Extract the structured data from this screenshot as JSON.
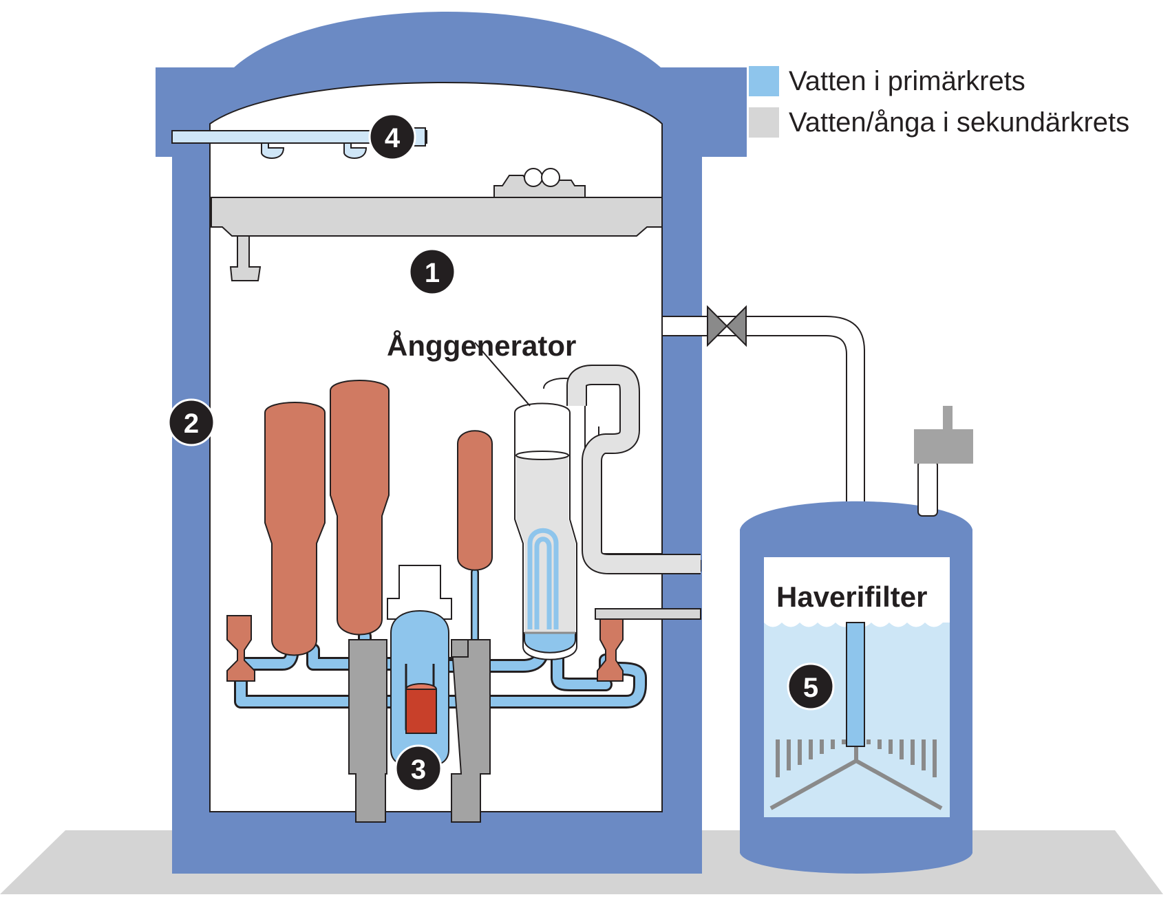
{
  "legend": {
    "items": [
      {
        "label": "Vatten i primärkrets",
        "color": "#8ec5ec"
      },
      {
        "label": "Vatten/ånga i sekundärkrets",
        "color": "#d6d6d6"
      }
    ]
  },
  "labels": {
    "steam_generator": "Ånggenerator",
    "filter": "Haverifilter"
  },
  "markers": [
    "1",
    "2",
    "3",
    "4",
    "5"
  ],
  "colors": {
    "containment": "#6b8ac4",
    "ground": "#d4d4d4",
    "primary_water": "#8ec5ec",
    "secondary_water": "#d6d6d6",
    "pumps_pressurizer": "#d07a62",
    "core": "#c8402a",
    "shielding": "#a3a3a3",
    "filter_water": "#cde6f6",
    "marker_bg": "#231f20"
  }
}
